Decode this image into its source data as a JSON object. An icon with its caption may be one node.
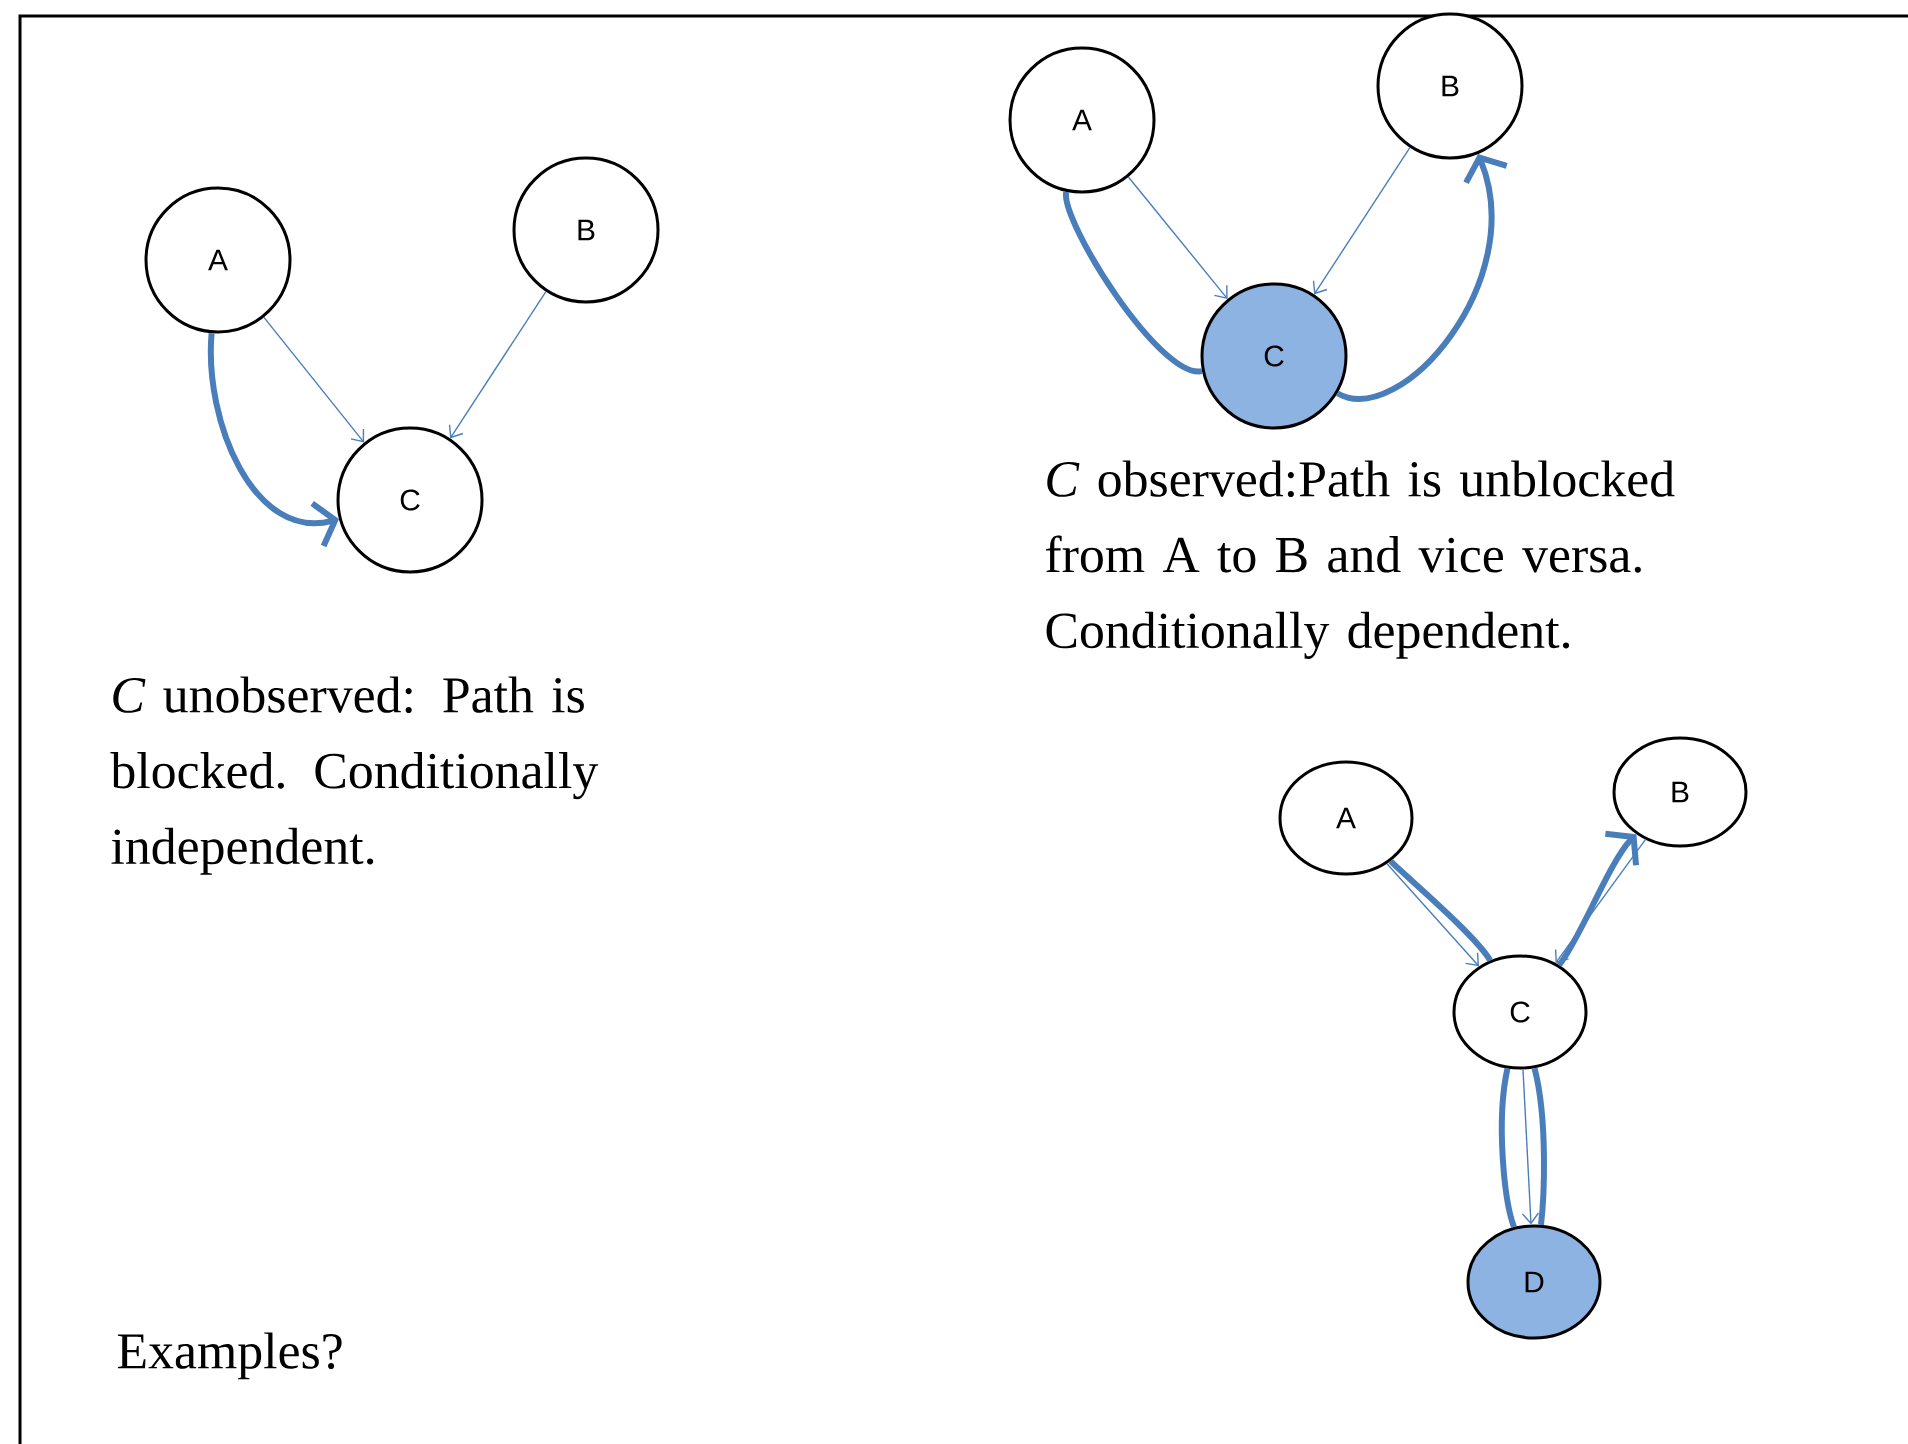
{
  "diagram": {
    "nodes": [
      {
        "text": [
          "A"
        ]
      },
      {
        "text": [
          "B"
        ]
      },
      {
        "text": [
          "C"
        ]
      },
      {
        "text": [
          "A"
        ]
      },
      {
        "text": [
          "B"
        ]
      },
      {
        "text": [
          "C"
        ]
      },
      {
        "text": [
          "A"
        ]
      },
      {
        "text": [
          "B"
        ]
      },
      {
        "text": [
          "C"
        ]
      },
      {
        "text": [
          "D"
        ]
      }
    ],
    "edges": [
      {
        "from": 0,
        "to": 2,
        "arrow": "to"
      },
      {
        "from": 1,
        "to": 2,
        "arrow": "to"
      },
      {
        "from": 0,
        "to": 2,
        "arrow": "to",
        "style": "thick"
      },
      {
        "from": 3,
        "to": 5,
        "arrow": "to"
      },
      {
        "from": 4,
        "to": 5,
        "arrow": "to"
      },
      {
        "from": 3,
        "to": 5,
        "arrow": "none",
        "style": "thick"
      },
      {
        "from": 5,
        "to": 4,
        "arrow": "to",
        "style": "thick"
      },
      {
        "from": 6,
        "to": 8,
        "arrow": "to"
      },
      {
        "from": 7,
        "to": 8,
        "arrow": "to"
      },
      {
        "from": 8,
        "to": 9,
        "arrow": "to"
      },
      {
        "from": 6,
        "to": 8,
        "arrow": "none",
        "style": "thick"
      },
      {
        "from": 8,
        "to": 9,
        "arrow": "none",
        "style": "thick"
      },
      {
        "from": 9,
        "to": 8,
        "arrow": "none",
        "style": "thick"
      },
      {
        "from": 8,
        "to": 7,
        "arrow": "to",
        "style": "thick"
      }
    ],
    "labels": [
      "*C* unobserved: Path  is blocked. Conditionally independent.",
      "*C* observed:Path is unblocked from A to B and vice versa. Conditionally dependent.",
      "Examples?"
    ]
  }
}
